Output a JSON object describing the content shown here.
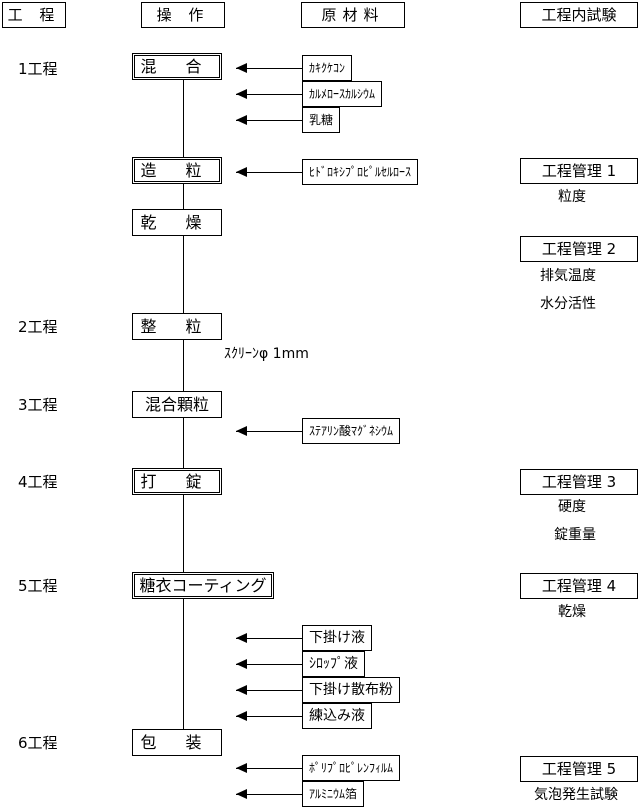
{
  "headers": {
    "step": "工 程",
    "operation": "操 作",
    "material": "原材料",
    "qc": "工程内試験"
  },
  "steps": [
    "1工程",
    "2工程",
    "3工程",
    "4工程",
    "5工程",
    "6工程"
  ],
  "operations": [
    "混 合",
    "造 粒",
    "乾 燥",
    "整 粒",
    "混合顆粒",
    "打 錠",
    "糖衣コーティング",
    "包 装"
  ],
  "screen_note": "ｽｸﾘｰﾝφ 1mm",
  "materials": [
    "ｶｷｸｹｺﾝ",
    "ｶﾙﾒﾛｰｽｶﾙｼｳﾑ",
    "乳糖",
    "ﾋﾄﾞﾛｷｼﾌﾟﾛﾋﾟﾙｾﾙﾛｰｽ",
    "ｽﾃｱﾘﾝ酸ﾏｸﾞﾈｼｳﾑ",
    "下掛け液",
    "ｼﾛｯﾌﾟ液",
    "下掛け散布粉",
    "練込み液",
    "ﾎﾟﾘﾌﾟﾛﾋﾟﾚﾝﾌｨﾙﾑ",
    "ｱﾙﾐﾆｳﾑ箔"
  ],
  "qc": [
    {
      "label": "工程管理 1",
      "items": [
        "粒度"
      ]
    },
    {
      "label": "工程管理 2",
      "items": [
        "排気温度",
        "水分活性"
      ]
    },
    {
      "label": "工程管理 3",
      "items": [
        "硬度",
        "錠重量"
      ]
    },
    {
      "label": "工程管理 4",
      "items": [
        "乾燥"
      ]
    },
    {
      "label": "工程管理 5",
      "items": [
        "気泡発生試験"
      ]
    }
  ]
}
